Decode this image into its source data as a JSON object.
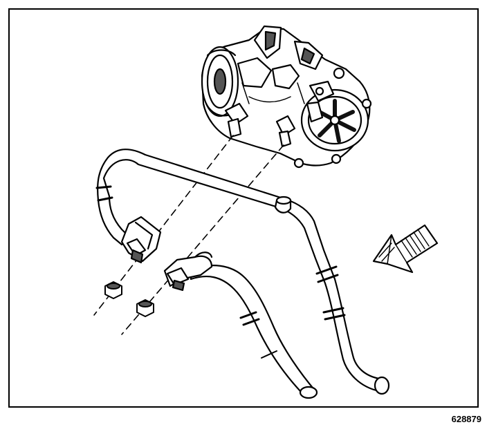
{
  "figure": {
    "id_number": "628879",
    "colors": {
      "line": "#000000",
      "fill": "#ffffff",
      "shade": "#555555"
    },
    "parts": [
      "ac-compressor",
      "refrigerant-hose-assembly",
      "upper-hose-fitting-block",
      "lower-hose-fitting-block",
      "upper-fitting-nut",
      "lower-fitting-nut",
      "direction-arrow"
    ]
  }
}
